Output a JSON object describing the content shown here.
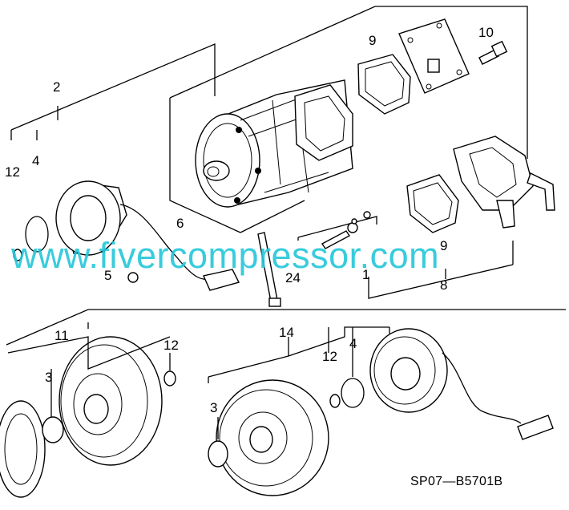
{
  "callouts": {
    "n2": "2",
    "n4a": "4",
    "n12a": "12",
    "n5": "5",
    "n6": "6",
    "n24": "24",
    "n1": "1",
    "n8": "8",
    "n9a": "9",
    "n9b": "9",
    "n10": "10",
    "n11": "11",
    "n3a": "3",
    "n12b": "12",
    "n14": "14",
    "n12c": "12",
    "n4b": "4",
    "n3b": "3"
  },
  "diagram_code": "SP07—B5701B",
  "watermark": "www.fivercompressor.com"
}
